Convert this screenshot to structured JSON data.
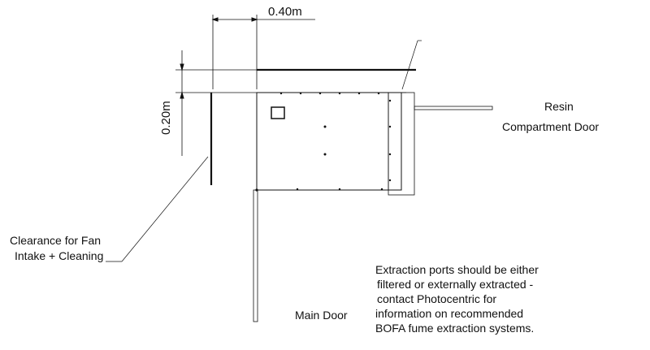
{
  "dimensions": {
    "width_label": "0.40m",
    "height_label": "0.20m"
  },
  "labels": {
    "resin_door_line1": "Resin",
    "resin_door_line2": "Compartment Door",
    "clearance_line1": "Clearance for Fan",
    "clearance_line2": "Intake + Cleaning",
    "main_door": "Main Door"
  },
  "note": {
    "line1": "Extraction ports should be either",
    "line2": "filtered or externally extracted -",
    "line3": "contact Photocentric for",
    "line4": "information on recommended",
    "line5": "BOFA fume extraction systems."
  },
  "colors": {
    "line": "#111111",
    "background": "#ffffff"
  }
}
